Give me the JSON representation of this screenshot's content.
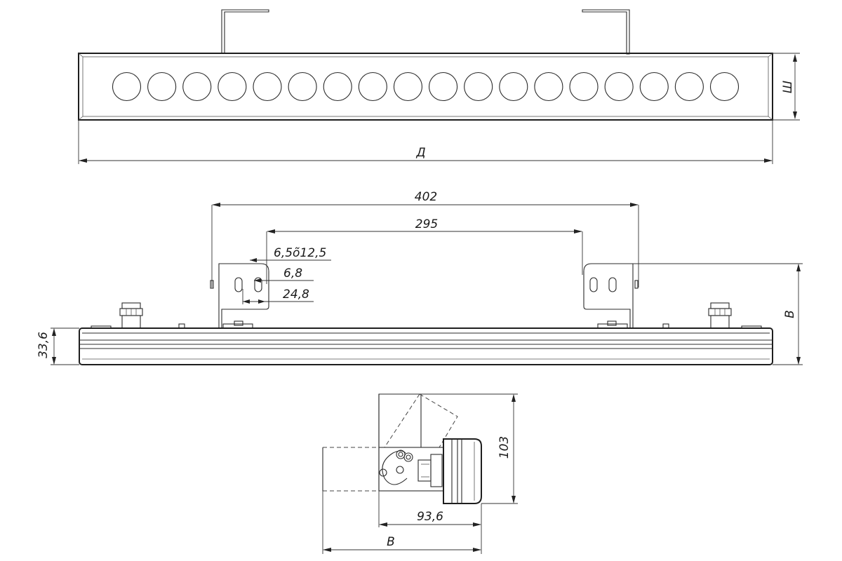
{
  "top_view": {
    "lens_count": 18,
    "length_label": "Д",
    "width_label": "Ш"
  },
  "side_view": {
    "bracket_span_label": "402",
    "hole_span_label": "295",
    "slot_label": "6,5õ12,5",
    "hole_dia_label": "6,8",
    "slot_offset_label": "24,8",
    "height_label": "В",
    "body_height_label": "33,6"
  },
  "end_view": {
    "height_label": "103",
    "depth_label": "93,6",
    "overall_label": "В"
  }
}
